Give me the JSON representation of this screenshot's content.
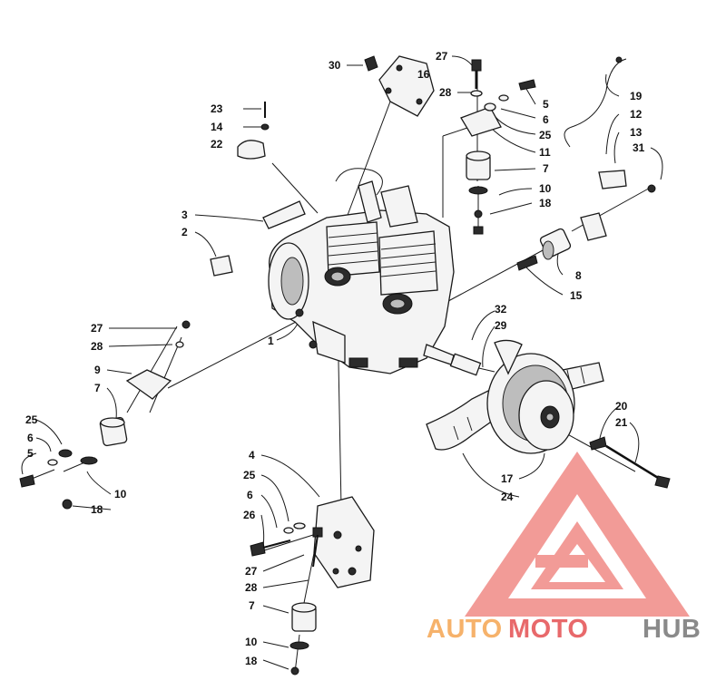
{
  "callouts": {
    "c30": "30",
    "c16": "16",
    "c27a": "27",
    "c28a": "28",
    "c5a": "5",
    "c6a": "6",
    "c25a": "25",
    "c11": "11",
    "c7a": "7",
    "c10a": "10",
    "c18a": "18",
    "c19": "19",
    "c12": "12",
    "c13": "13",
    "c31": "31",
    "c23": "23",
    "c14": "14",
    "c22": "22",
    "c3": "3",
    "c2": "2",
    "c8": "8",
    "c15": "15",
    "c32": "32",
    "c29": "29",
    "c1": "1",
    "c27b": "27",
    "c28b": "28",
    "c9": "9",
    "c7b": "7",
    "c25b": "25",
    "c6b": "6",
    "c5b": "5",
    "c10b": "10",
    "c18b": "18",
    "c20": "20",
    "c21": "21",
    "c17": "17",
    "c24": "24",
    "c4": "4",
    "c25c": "25",
    "c6c": "6",
    "c26": "26",
    "c27c": "27",
    "c28c": "28",
    "c7c": "7",
    "c10c": "10",
    "c18c": "18"
  },
  "watermark": {
    "part1": "AUTO",
    "part2": "MOTO",
    "part3": "HUB",
    "color_orange": "#f6b26b",
    "color_red": "#e8696b",
    "color_gray": "#8a8a8a"
  }
}
